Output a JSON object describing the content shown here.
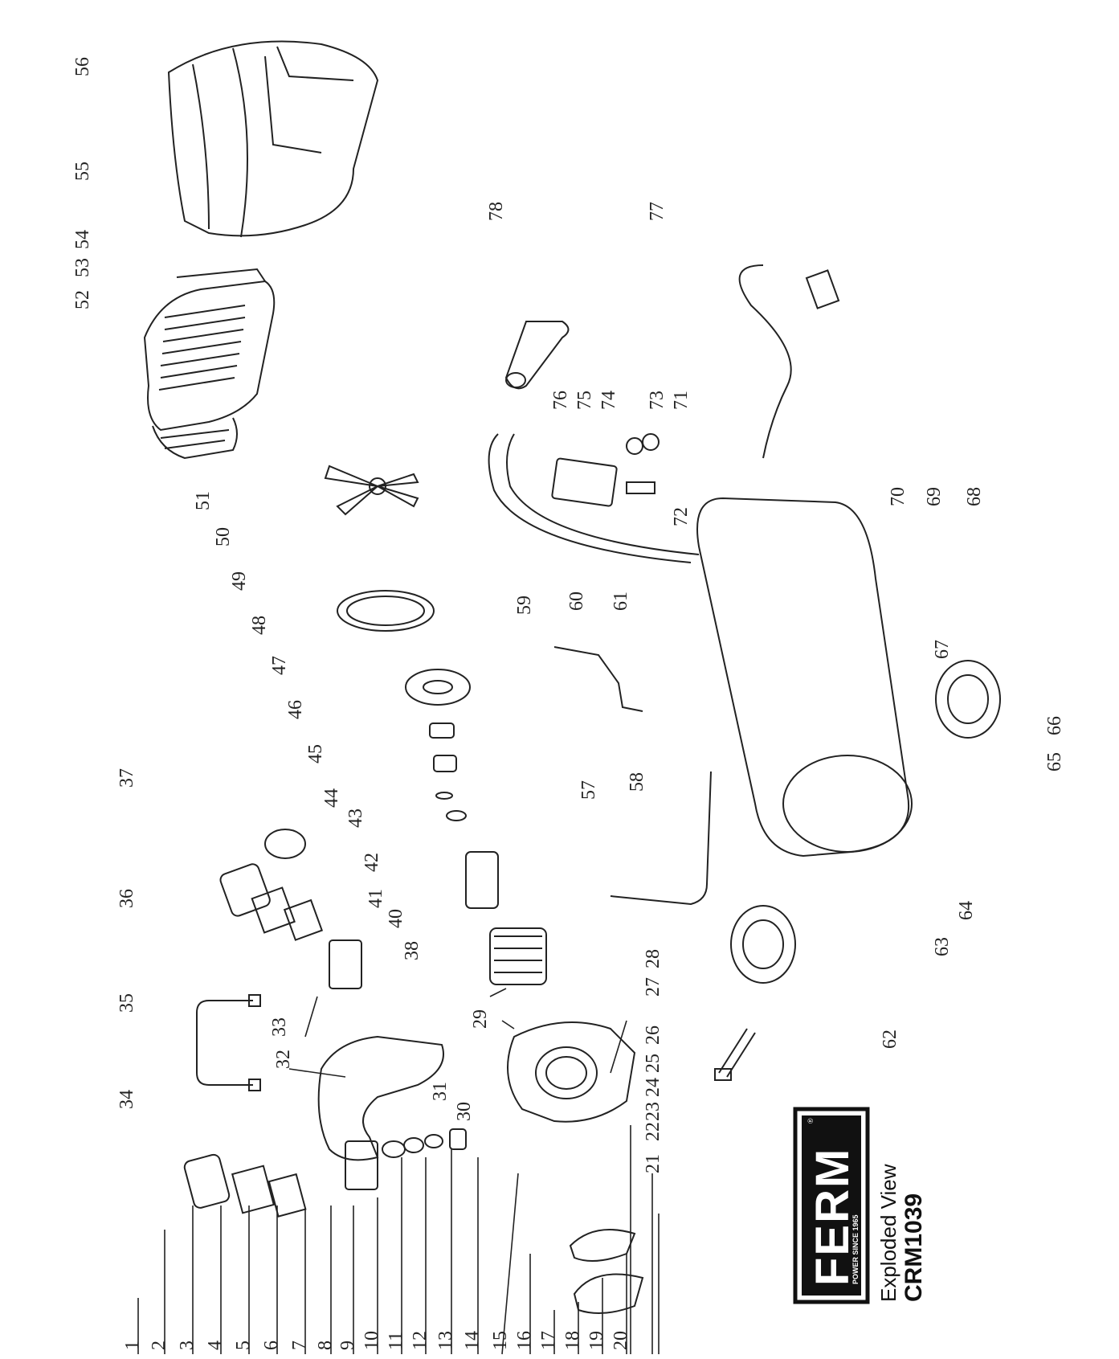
{
  "logo": {
    "brand": "FERM",
    "tagline": "POWER SINCE 1965",
    "registered": "®"
  },
  "caption": {
    "line1": "Exploded View",
    "line2": "CRM1039"
  },
  "part_numbers": [
    "1",
    "2",
    "3",
    "4",
    "5",
    "6",
    "7",
    "8",
    "9",
    "10",
    "11",
    "12",
    "13",
    "14",
    "15",
    "16",
    "17",
    "18",
    "19",
    "20",
    "21",
    "22",
    "23",
    "24",
    "25",
    "26",
    "27",
    "28",
    "29",
    "30",
    "31",
    "32",
    "33",
    "34",
    "35",
    "36",
    "37",
    "38",
    "40",
    "41",
    "42",
    "43",
    "44",
    "45",
    "46",
    "47",
    "48",
    "49",
    "50",
    "51",
    "52",
    "53",
    "54",
    "55",
    "56",
    "57",
    "58",
    "59",
    "60",
    "61",
    "62",
    "63",
    "64",
    "65",
    "66",
    "67",
    "68",
    "69",
    "70",
    "71",
    "72",
    "73",
    "74",
    "75",
    "76",
    "77",
    "78"
  ]
}
